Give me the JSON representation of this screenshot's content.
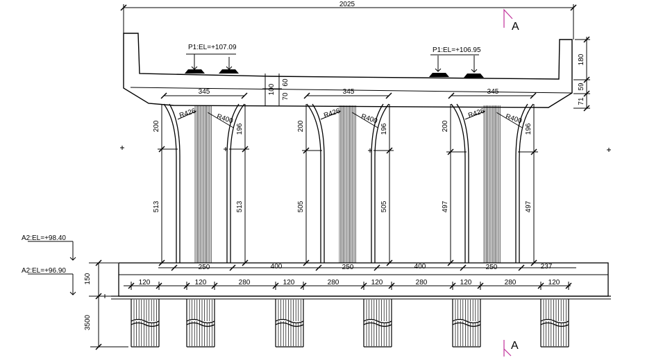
{
  "colors": {
    "line": "#000000",
    "section_marker": "#c0309a",
    "background": "#ffffff"
  },
  "section": {
    "top": "A",
    "bottom": "A"
  },
  "levels": {
    "p1_left": "P1:EL=+107.09",
    "p1_right": "P1:EL=+106.95",
    "a2_upper": "A2:EL=+98.40",
    "a2_lower": "A2:EL=+96.90"
  },
  "dims": {
    "overall": "2025",
    "cap_vert": [
      "180",
      "59",
      "71"
    ],
    "cap_mid": [
      "100",
      "60",
      "70"
    ],
    "col_top": [
      "345",
      "345",
      "345"
    ],
    "radius_left": [
      "R426",
      "R426",
      "R426"
    ],
    "radius_right": [
      "R400",
      "R400",
      "R400"
    ],
    "flare_left": [
      "200",
      "200",
      "200"
    ],
    "flare_right": [
      "196",
      "196",
      "196"
    ],
    "shaft_left": [
      "513",
      "505",
      "497"
    ],
    "shaft_right": [
      "513",
      "505",
      "497"
    ],
    "col_base": [
      "250",
      "250",
      "250"
    ],
    "col_gap": [
      "400",
      "400"
    ],
    "base_edge": "237",
    "footing_h": "150",
    "pile_w": [
      "120",
      "120",
      "120",
      "120",
      "120",
      "120"
    ],
    "pile_gap": [
      "280",
      "280",
      "280",
      "280"
    ],
    "pile_len": "3500"
  }
}
